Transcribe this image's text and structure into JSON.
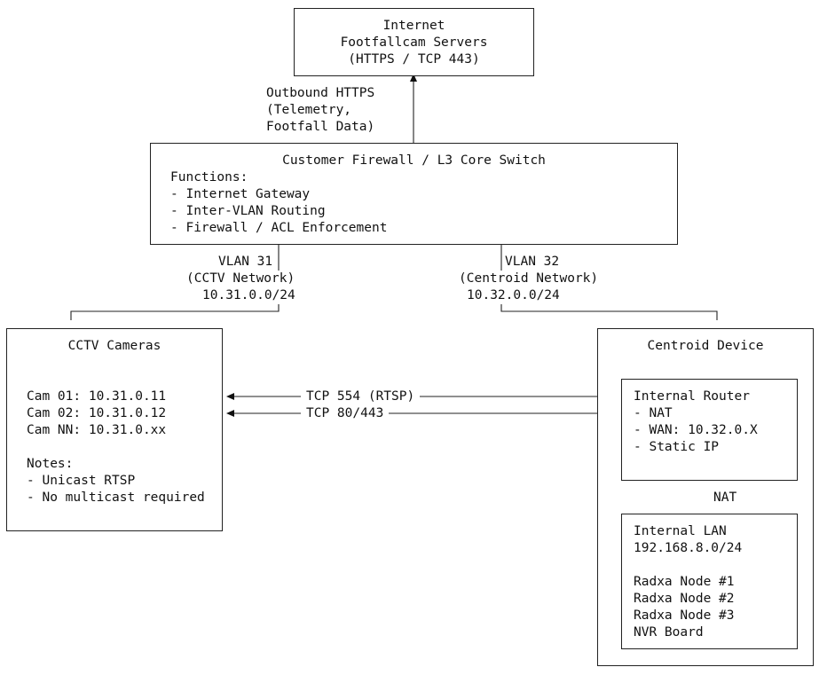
{
  "internet": {
    "lines": [
      "Internet",
      "Footfallcam Servers",
      "(HTTPS / TCP 443)"
    ]
  },
  "outbound": {
    "lines": [
      "Outbound HTTPS",
      "(Telemetry,",
      "Footfall Data)"
    ]
  },
  "firewall": {
    "title": "Customer Firewall / L3 Core Switch",
    "lines": [
      "Functions:",
      "- Internet Gateway",
      "- Inter-VLAN Routing",
      "- Firewall / ACL Enforcement"
    ]
  },
  "vlan31": {
    "lines": [
      "VLAN 31",
      "(CCTV Network)",
      "10.31.0.0/24"
    ]
  },
  "vlan32": {
    "lines": [
      "VLAN 32",
      "(Centroid Network)",
      "10.32.0.0/24"
    ]
  },
  "cctv": {
    "title": "CCTV Cameras",
    "cams": [
      "Cam 01: 10.31.0.11",
      "Cam 02: 10.31.0.12",
      "Cam NN: 10.31.0.xx"
    ],
    "notes": [
      "Notes:",
      "- Unicast RTSP",
      "- No multicast required"
    ]
  },
  "links": {
    "rtsp": "TCP 554 (RTSP)",
    "http": "TCP 80/443"
  },
  "centroid": {
    "title": "Centroid Device",
    "router": [
      "Internal Router",
      "- NAT",
      "- WAN: 10.32.0.X",
      "- Static IP"
    ],
    "nat": "NAT",
    "lan": [
      "Internal LAN",
      "192.168.8.0/24"
    ],
    "nodes": [
      "Radxa Node #1",
      "Radxa Node #2",
      "Radxa Node #3",
      "NVR Board"
    ]
  }
}
